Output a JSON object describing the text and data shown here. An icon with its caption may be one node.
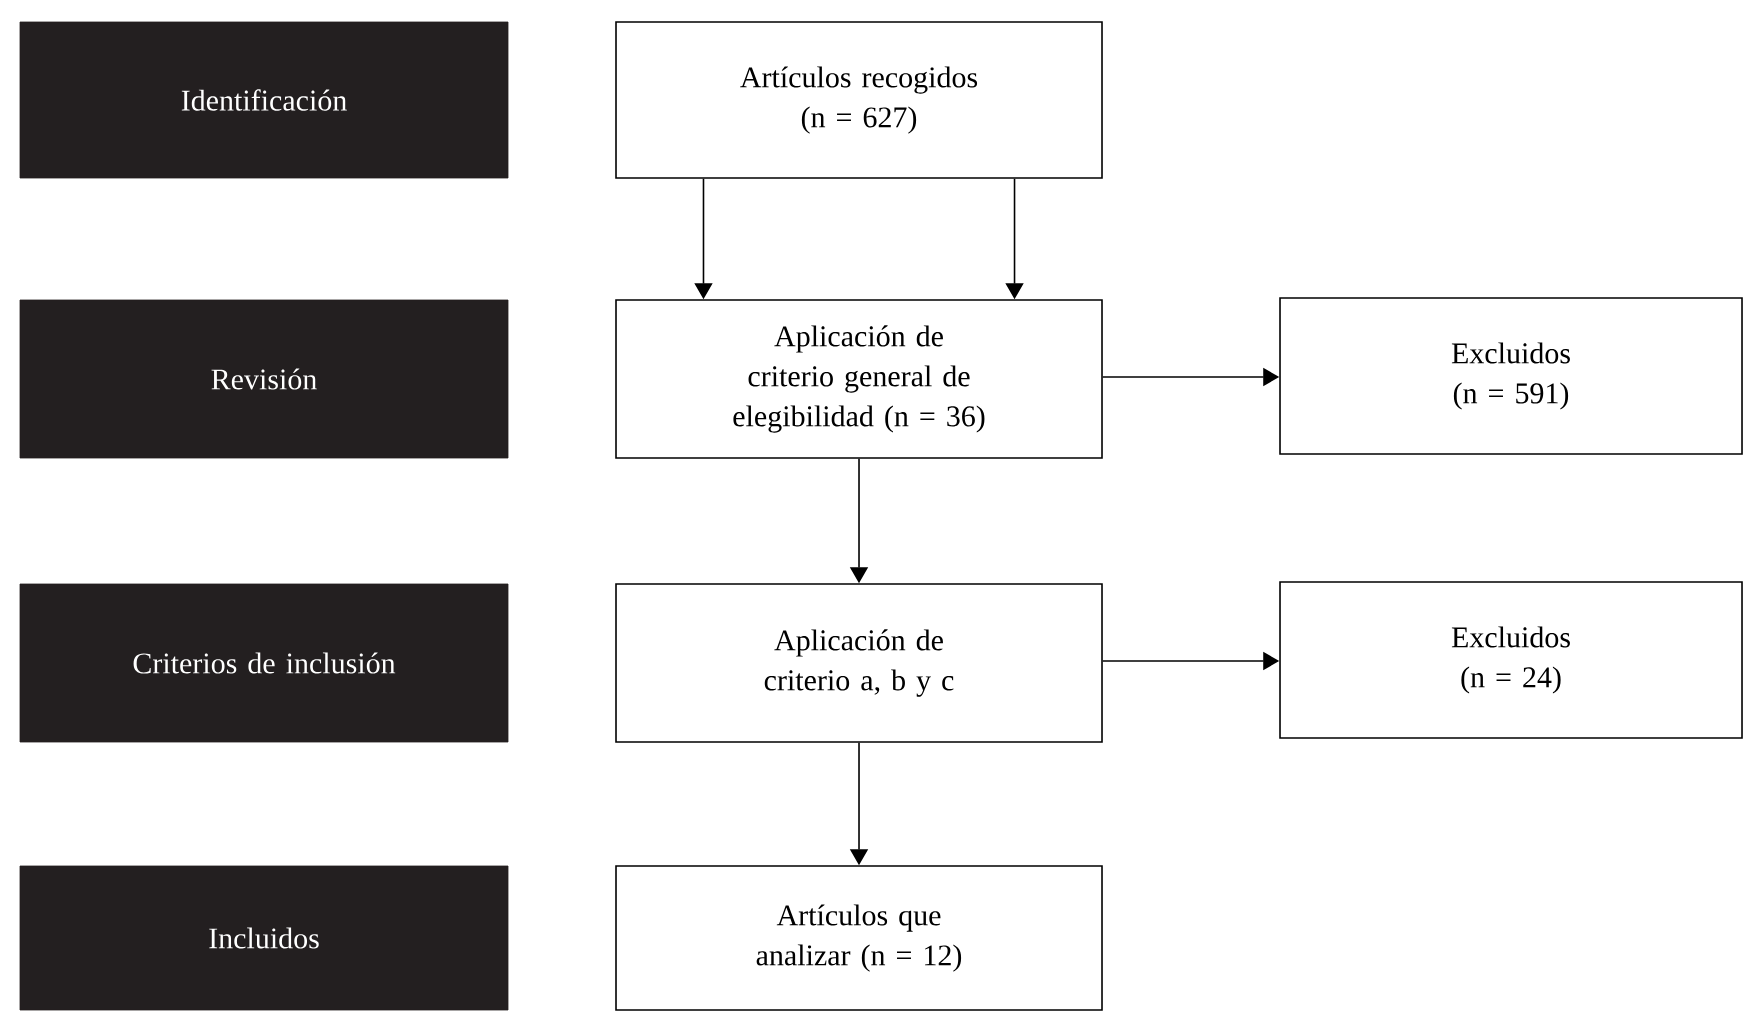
{
  "diagram": {
    "nodes": [
      {
        "text": [
          "Identificación"
        ]
      },
      {
        "text": [
          "Artículos recogidos (n = 627)"
        ]
      },
      {
        "text": [
          "Revisión"
        ]
      },
      {
        "text": [
          "Aplicación de criterio general de elegibilidad (n = 36)"
        ]
      },
      {
        "text": [
          "Excluidos (n = 591)"
        ]
      },
      {
        "text": [
          "Criterios de inclusión"
        ]
      },
      {
        "text": [
          "Aplicación de criterio a, b y c"
        ]
      },
      {
        "text": [
          "Excluidos (n = 24)"
        ]
      },
      {
        "text": [
          "Incluidos"
        ]
      },
      {
        "text": [
          "Artículos que analizar (n = 12)"
        ]
      }
    ],
    "edges": [
      {
        "from": 1,
        "to": 3,
        "arrow": "to"
      },
      {
        "from": 1,
        "to": 3,
        "arrow": "to"
      },
      {
        "from": 3,
        "to": 4,
        "arrow": "to"
      },
      {
        "from": 3,
        "to": 6,
        "arrow": "to"
      },
      {
        "from": 6,
        "to": 7,
        "arrow": "to"
      },
      {
        "from": 6,
        "to": 9,
        "arrow": "to"
      }
    ]
  }
}
